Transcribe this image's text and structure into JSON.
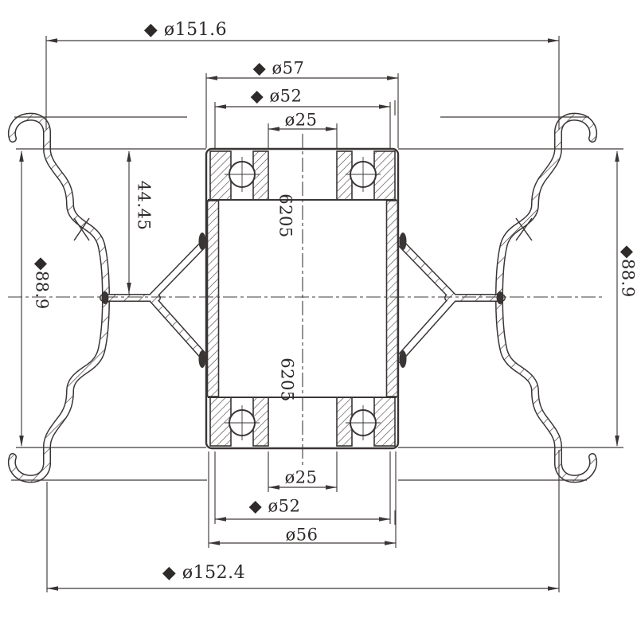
{
  "drawing": {
    "kind": "wheel-hub-cross-section",
    "ink_color": "#3a3535",
    "background_color": "#ffffff"
  },
  "annotations": {
    "dia_151_6": "◆ ø151.6",
    "dia_57": "◆ ø57",
    "dia_52_top": "◆ ø52",
    "dia_25_top": "ø25",
    "height_44_45": "44.45",
    "width_88_9_left": "◆88.9",
    "width_88_9_right": "◆88.9",
    "bearing_top": "6205",
    "bearing_bottom": "6205",
    "dia_25_bottom": "ø25",
    "dia_52_bottom": "◆ ø52",
    "dia_56": "ø56",
    "dia_152_4": "◆ ø152.4"
  }
}
